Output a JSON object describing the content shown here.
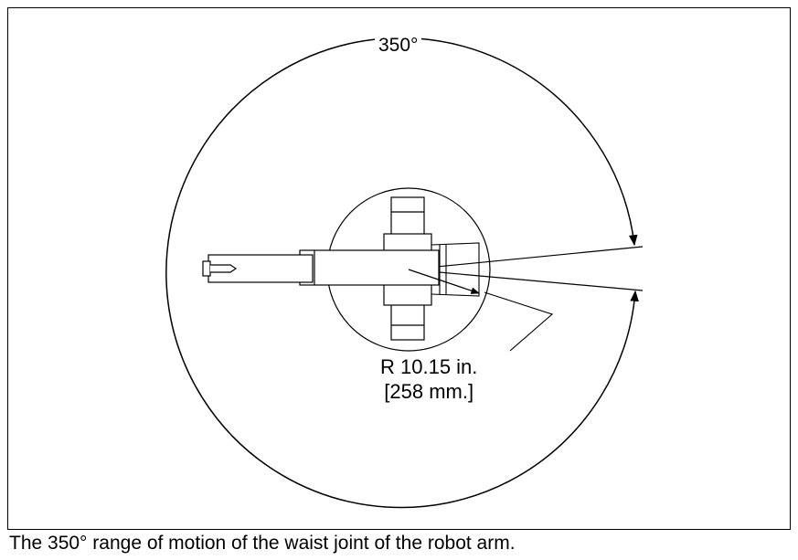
{
  "diagram": {
    "angle_label": "350°",
    "radius_label_line1": "R 10.15 in.",
    "radius_label_line2": "[258 mm.]"
  },
  "caption": "The 350° range of motion of the waist joint of the robot arm.",
  "colors": {
    "line": "#000000",
    "background": "#ffffff"
  }
}
